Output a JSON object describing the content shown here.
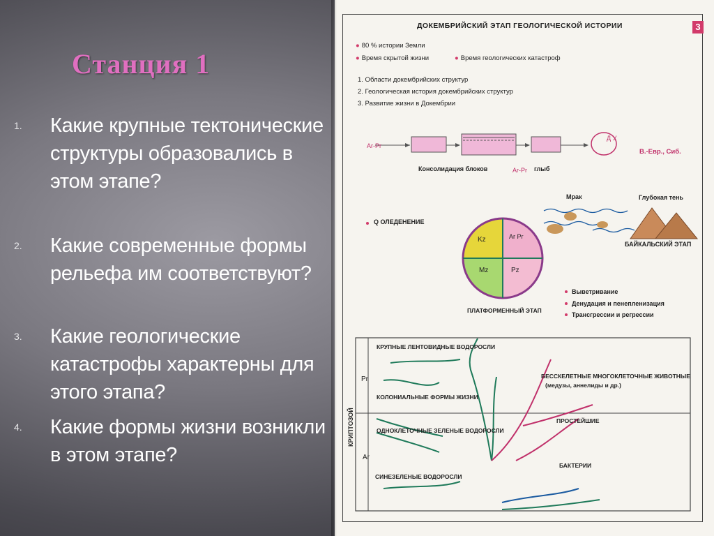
{
  "slide": {
    "title": "Станция 1",
    "questions": [
      {
        "num": "1.",
        "text": "Какие крупные тектонические структуры образовались в этом этапе?"
      },
      {
        "num": "2.",
        "text": "Какие современные формы рельефа им соответствуют?"
      },
      {
        "num": "3.",
        "text": "Какие геологические катастрофы характерны для этого этапа?"
      },
      {
        "num": "4.",
        "text": "Какие формы жизни возникли в этом этапе?"
      }
    ]
  },
  "page": {
    "title": "ДОКЕМБРИЙСКИЙ ЭТАП ГЕОЛОГИЧЕСКОЙ ИСТОРИИ",
    "number": "3",
    "bullets": [
      "80 % истории Земли",
      "Время скрытой жизни",
      "Время геологических катастроф"
    ],
    "sections": [
      "1. Области докембрийских структур",
      "2. Геологическая история докембрийских структур",
      "3. Развитие жизни в Докембрии"
    ],
    "tectonics": {
      "arpr_left": "Ar-Pr",
      "consolidation": "Консолидация блоков",
      "arpr_mid": "Ar-Pr",
      "blocks": "глыб",
      "regions": "В.-Евр., Сиб.",
      "formula": "Д У"
    },
    "landscape": {
      "mrak": "Мрак",
      "deep_shadow": "Глубокая тень",
      "baikal": "БАЙКАЛЬСКИЙ ЭТАП",
      "glaciation": "Q ОЛЕДЕНЕНИЕ"
    },
    "circle": {
      "arc_label": "ПЛАТФОРМЕННЫЙ ЭТАП",
      "q_kz": "Kz",
      "q_arpr": "Ar Pr",
      "q_mz": "Mz",
      "q_pz": "Pz"
    },
    "processes": [
      "Выветривание",
      "Денудация и пенепленизация",
      "Трансгрессии и регрессии"
    ],
    "life": {
      "side": "КРИПТОЗОЙ",
      "pr": "Pr",
      "ar": "Ar",
      "algae_large": "КРУПНЫЕ ЛЕНТОВИДНЫЕ ВОДОРОСЛИ",
      "colonial": "КОЛОНИАЛЬНЫЕ ФОРМЫ ЖИЗНИ",
      "unicellular": "ОДНОКЛЕТОЧНЫЕ ЗЕЛЕНЫЕ ВОДОРОСЛИ",
      "bluegreen": "СИНЕЗЕЛЕНЫЕ ВОДОРОСЛИ",
      "invertebrates": "БЕССКЕЛЕТНЫЕ МНОГОКЛЕТОЧНЫЕ ЖИВОТНЫЕ",
      "invertebrates_sub": "(медузы, аннелиды и др.)",
      "protozoa": "ПРОСТЕЙШИЕ",
      "bacteria": "БАКТЕРИИ"
    }
  },
  "colors": {
    "title": "#e06fc0",
    "accent": "#d23a6a",
    "green_line": "#1f7a5a",
    "red_line": "#c0306a",
    "blue_line": "#1a5aa0"
  }
}
